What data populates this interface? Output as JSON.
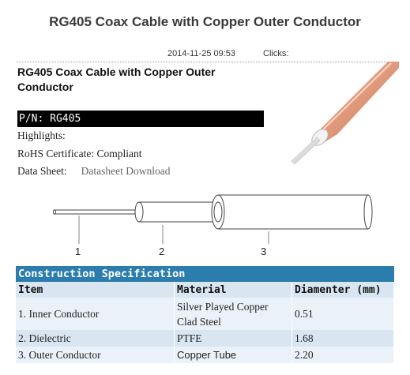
{
  "page": {
    "title": "RG405 Coax Cable with Copper Outer Conductor",
    "date": "2014-11-25 09:53",
    "clicks_label": "Clicks:"
  },
  "product": {
    "heading": "RG405 Coax Cable with Copper Outer Conductor",
    "pn": "P/N: RG405",
    "highlights": "Highlights:",
    "rohs": "RoHS Certificate: Compliant",
    "datasheet_label": "Data Sheet:",
    "datasheet_link": "Datasheet Download"
  },
  "diagram": {
    "callouts": [
      "1",
      "2",
      "3"
    ]
  },
  "spec_table": {
    "caption": "Construction Specification",
    "headers": [
      "Item",
      "Material",
      "Diamenter (mm)"
    ],
    "rows": [
      {
        "item": "1. Inner Conductor",
        "material": "Silver Played Copper Clad Steel",
        "diameter": "0.51"
      },
      {
        "item": "2. Dielectric",
        "material": "PTFE",
        "diameter": "1.68"
      },
      {
        "item": "3. Outer Conductor",
        "material": "Copper Tube",
        "diameter": "2.20"
      }
    ]
  },
  "colors": {
    "table_caption_bg": "#2b7dad",
    "table_row_light": "#eaf1f8",
    "table_row_dark": "#d9e6f2",
    "cable_copper": "#e8a88a"
  }
}
